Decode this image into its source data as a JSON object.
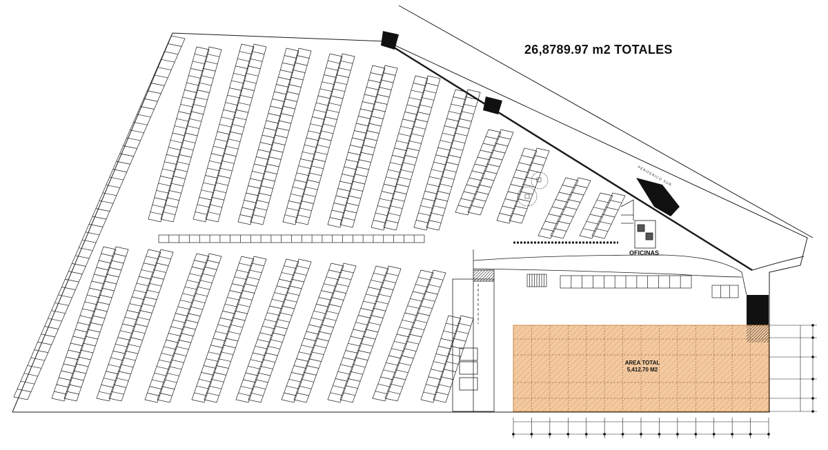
{
  "title": "26,8789.97 m2 TOTALES",
  "labels": {
    "offices": "OFICINAS",
    "street": "PERIFERICO SUR"
  },
  "total_area": {
    "line1": "AREA TOTAL",
    "line2": "5,412.70 M2"
  },
  "colors": {
    "line": "#1a1a1a",
    "highlight_fill": "#f3c9a0",
    "highlight_stroke": "#c88a4a",
    "gates": "#111111"
  }
}
